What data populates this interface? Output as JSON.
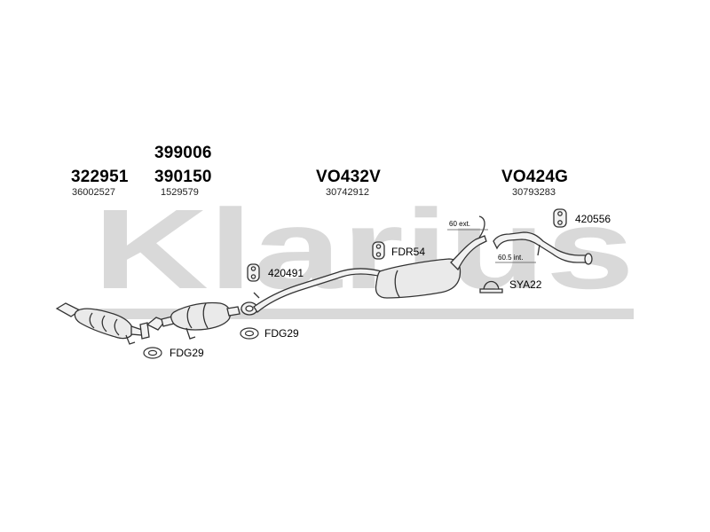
{
  "watermark": {
    "text": "Klarius",
    "color": "#d9d9d9"
  },
  "parts": {
    "p322951": {
      "number": "322951",
      "oe": "36002527"
    },
    "p399006": {
      "number": "399006"
    },
    "p390150": {
      "number": "390150",
      "oe": "1529579"
    },
    "vo432v": {
      "number": "VO432V",
      "oe": "30742912"
    },
    "vo424g": {
      "number": "VO424G",
      "oe": "30793283"
    }
  },
  "accessories": {
    "a420556": "420556",
    "afdr54": "FDR54",
    "a420491": "420491",
    "asya22": "SYA22",
    "afdg29_mid": "FDG29",
    "afdg29_low": "FDG29"
  },
  "notes": {
    "ext": "60 ext.",
    "int": "60.5 int."
  },
  "colors": {
    "line": "#333333",
    "fill": "#e6e6e6",
    "shade": "#bdbdbd"
  }
}
